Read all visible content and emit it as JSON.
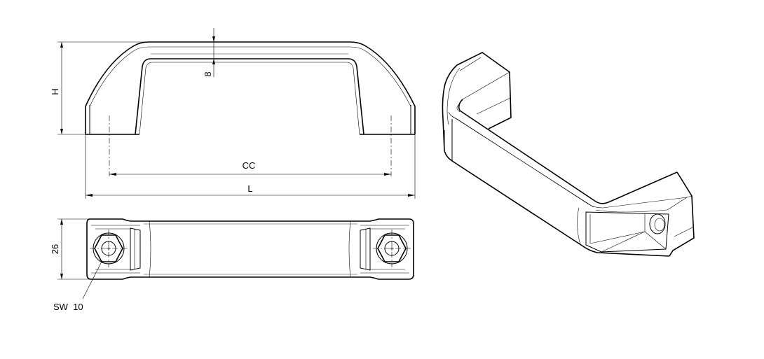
{
  "drawing": {
    "type": "technical-drawing",
    "subject": "U-shaped bridge handle",
    "views": {
      "front": {
        "label": "front-view"
      },
      "top": {
        "label": "top-view"
      },
      "isometric": {
        "label": "isometric-view"
      }
    },
    "dimensions": {
      "height": "H",
      "grip_thickness": "8",
      "center_distance": "CC",
      "length": "L",
      "width": "26",
      "wrench_size": "SW  10"
    },
    "colors": {
      "line": "#000000",
      "background": "#ffffff"
    }
  }
}
